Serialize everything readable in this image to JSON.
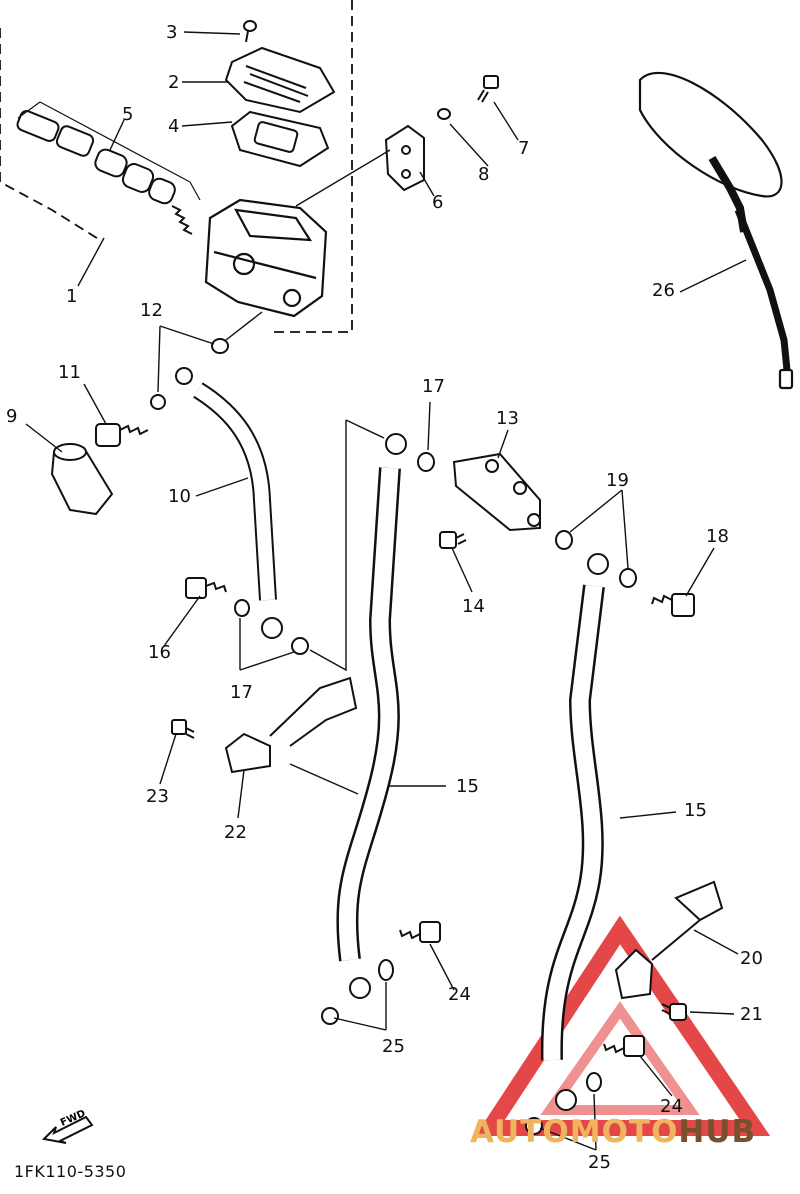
{
  "labels": {
    "l1": "1",
    "l2": "2",
    "l3": "3",
    "l4": "4",
    "l5": "5",
    "l6": "6",
    "l7": "7",
    "l8": "8",
    "l9": "9",
    "l10": "10",
    "l11": "11",
    "l12": "12",
    "l13": "13",
    "l14": "14",
    "l15a": "15",
    "l15b": "15",
    "l16": "16",
    "l17a": "17",
    "l17b": "17",
    "l18": "18",
    "l19": "19",
    "l20": "20",
    "l21": "21",
    "l22": "22",
    "l23": "23",
    "l24a": "24",
    "l24b": "24",
    "l25a": "25",
    "l25b": "25",
    "l26": "26"
  },
  "diagram_code": "1FK110-5350",
  "fwd_label": "FWD",
  "watermark": {
    "part1": "AUTO",
    "part2": "MOTO",
    "part3": "HUB",
    "color_light": "#f1b45e",
    "color_dark": "#7b4f2b",
    "color_triangle": "#e02828"
  }
}
